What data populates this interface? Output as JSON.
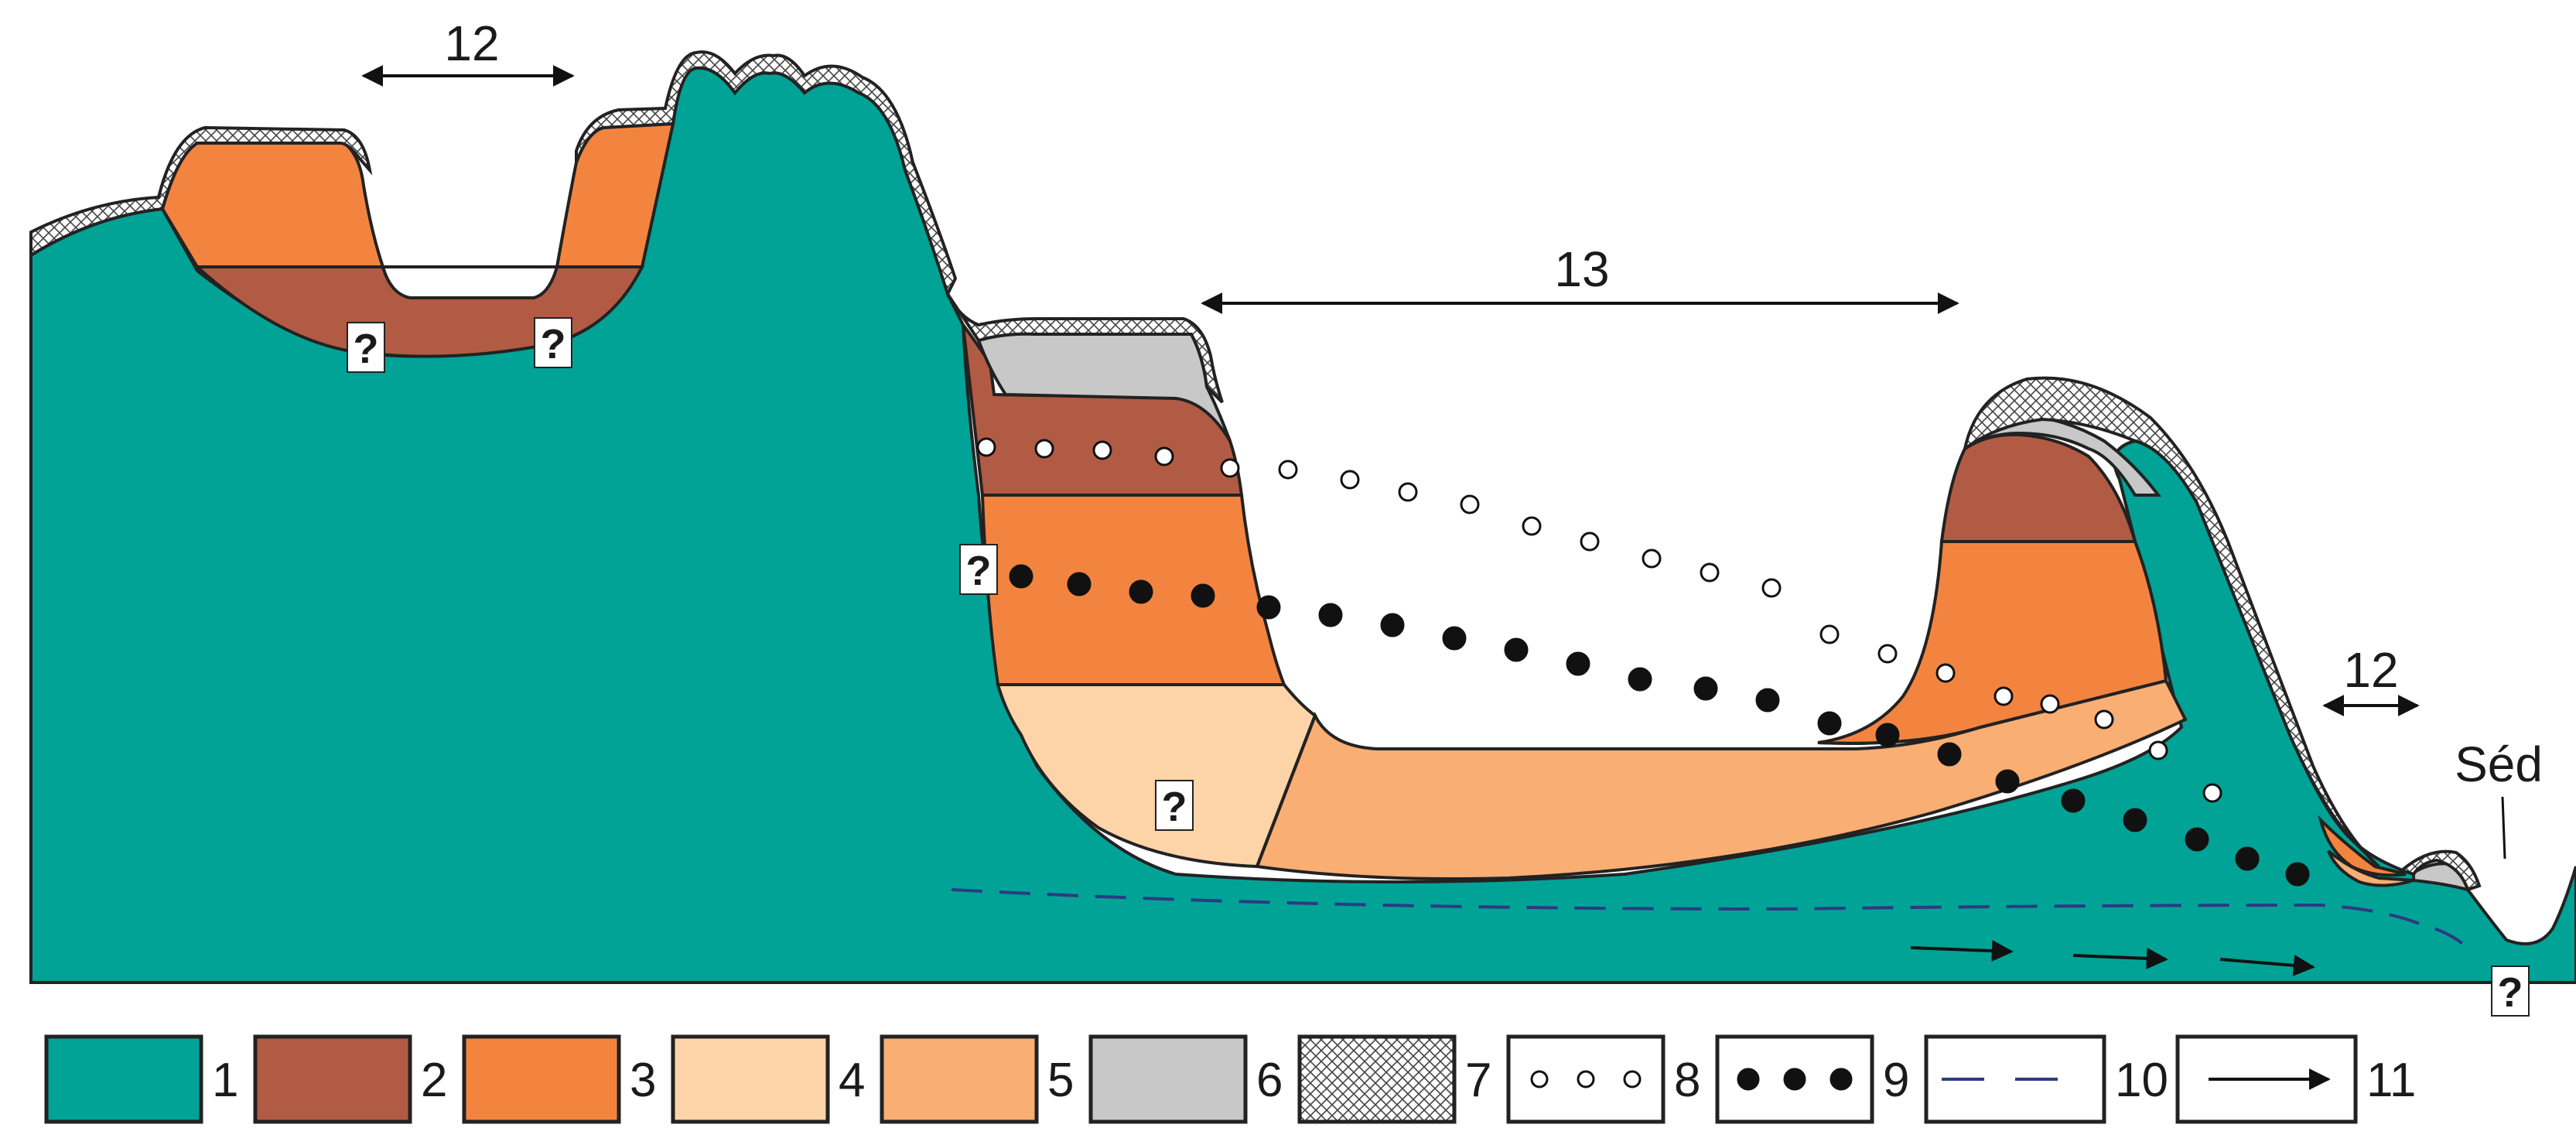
{
  "colors": {
    "1": "#00a396",
    "2": "#b25b44",
    "3": "#f3843f",
    "4": "#fcd4a8",
    "5": "#f9ae74",
    "6": "#c8c8c8",
    "outline": "#222222",
    "dash": "#2d3a80"
  },
  "labels": {
    "span_12_left": "12",
    "span_13": "13",
    "span_12_right": "12",
    "river": "Séd",
    "q": "?"
  },
  "legend": [
    {
      "num": "1",
      "type": "fill",
      "color": "#00a396"
    },
    {
      "num": "2",
      "type": "fill",
      "color": "#b25b44"
    },
    {
      "num": "3",
      "type": "fill",
      "color": "#f3843f"
    },
    {
      "num": "4",
      "type": "fill",
      "color": "#fcd4a8"
    },
    {
      "num": "5",
      "type": "fill",
      "color": "#f9ae74"
    },
    {
      "num": "6",
      "type": "fill",
      "color": "#c8c8c8"
    },
    {
      "num": "7",
      "type": "hatch"
    },
    {
      "num": "8",
      "type": "open-dots"
    },
    {
      "num": "9",
      "type": "filled-dots"
    },
    {
      "num": "10",
      "type": "dash"
    },
    {
      "num": "11",
      "type": "arrow"
    }
  ]
}
